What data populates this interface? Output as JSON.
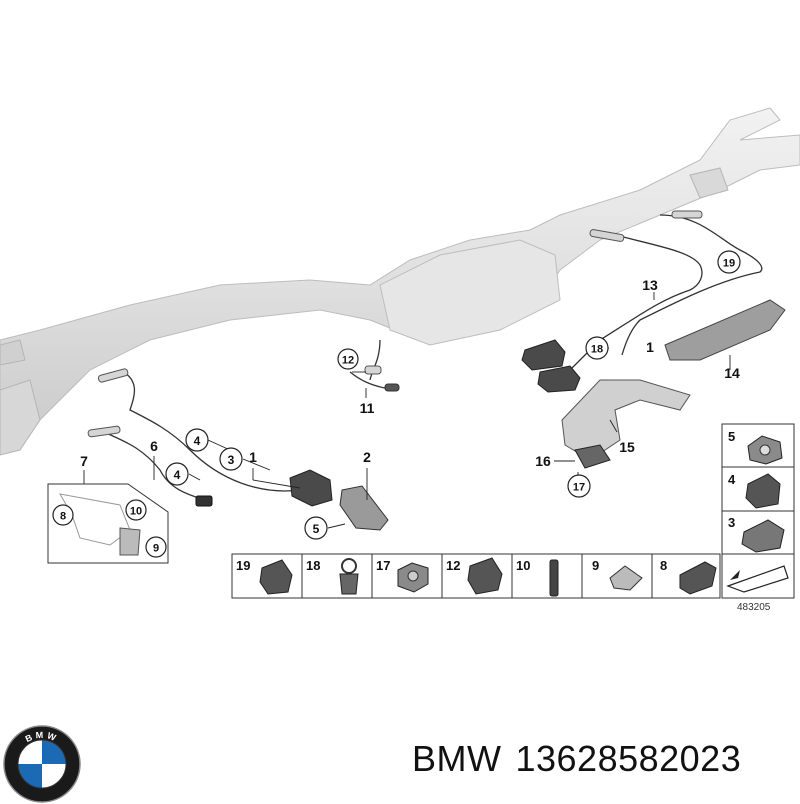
{
  "diagram_id": "483205",
  "caption": {
    "brand": "BMW",
    "part_number": "13628582023"
  },
  "logo": {
    "letters": "BMW",
    "colors": {
      "blue": "#1c69b4",
      "ring": "#1a1a1a",
      "white": "#ffffff"
    }
  },
  "callouts": {
    "c1": "1",
    "c2": "2",
    "c3": "3",
    "c4a": "4",
    "c4b": "4",
    "c5": "5",
    "c6": "6",
    "c7": "7",
    "c8": "8",
    "c9": "9",
    "c10": "10",
    "c11": "11",
    "c12": "12",
    "c13": "13",
    "c14": "14",
    "c15": "15",
    "c16": "16",
    "c17": "17",
    "c18": "18",
    "c19": "19",
    "c1b": "1"
  },
  "parts_strip": [
    "19",
    "18",
    "17",
    "12",
    "10",
    "9",
    "8"
  ],
  "parts_column": [
    "5",
    "4",
    "3"
  ]
}
